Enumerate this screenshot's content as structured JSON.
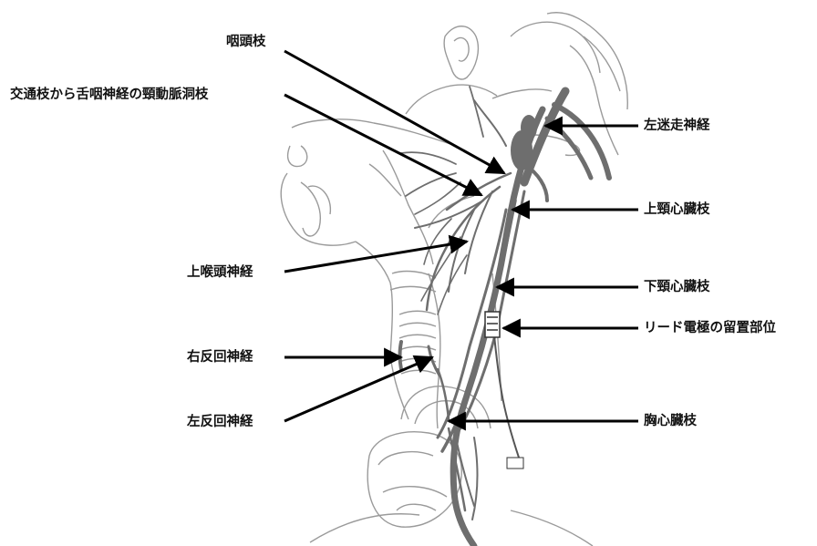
{
  "labels": {
    "pharyngeal_branch": "咽頭枝",
    "communicating_branch": "交通枝から舌咽神経の頸動脈洞枝",
    "superior_laryngeal": "上喉頭神経",
    "right_recurrent": "右反回神経",
    "left_recurrent": "左反回神経",
    "left_vagus": "左迷走神経",
    "superior_cervical_cardiac": "上頸心臓枝",
    "inferior_cervical_cardiac": "下頸心臓枝",
    "lead_electrode_site": "リード電極の留置部位",
    "thoracic_cardiac": "胸心臓枝"
  },
  "colors": {
    "nerve": "#6e6e6e",
    "outline": "#9a9a9a",
    "arrow": "#000000",
    "text": "#111111"
  }
}
